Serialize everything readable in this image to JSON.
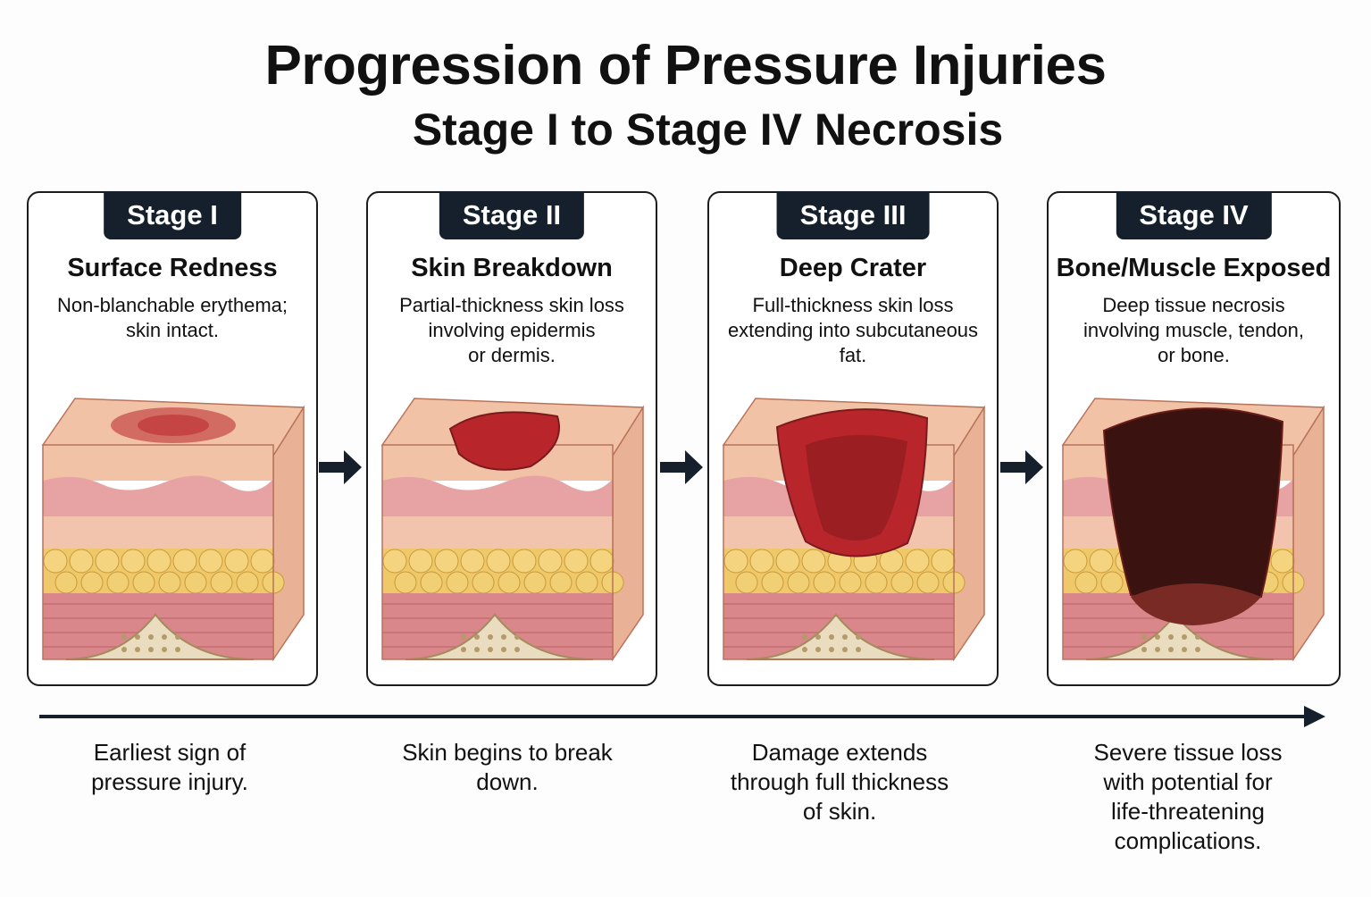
{
  "title": "Progression of Pressure Injuries",
  "subtitle": "Stage I to Stage IV Necrosis",
  "stages": [
    {
      "label": "Stage I",
      "heading": "Surface Redness",
      "description": "Non-blanchable erythema;\nskin intact.",
      "caption": "Earliest sign of\npressure injury."
    },
    {
      "label": "Stage II",
      "heading": "Skin Breakdown",
      "description": "Partial-thickness skin loss\ninvolving epidermis\nor dermis.",
      "caption": "Skin begins to break\ndown."
    },
    {
      "label": "Stage III",
      "heading": "Deep Crater",
      "description": "Full-thickness skin loss\nextending into subcutaneous\nfat.",
      "caption": "Damage extends\nthrough full thickness\nof skin."
    },
    {
      "label": "Stage IV",
      "heading": "Bone/Muscle Exposed",
      "description": "Deep tissue necrosis\ninvolving muscle, tendon,\nor bone.",
      "caption": "Severe tissue loss\nwith potential for\nlife-threatening\ncomplications."
    }
  ],
  "colors": {
    "tag_bg": "#15202c",
    "epidermis": "#f1c2a6",
    "dermis": "#e7a3a3",
    "fat": "#efc86a",
    "muscle": "#d9878a",
    "bone": "#eadcbf",
    "wound": "#b8262b",
    "necrosis": "#3a1210"
  }
}
